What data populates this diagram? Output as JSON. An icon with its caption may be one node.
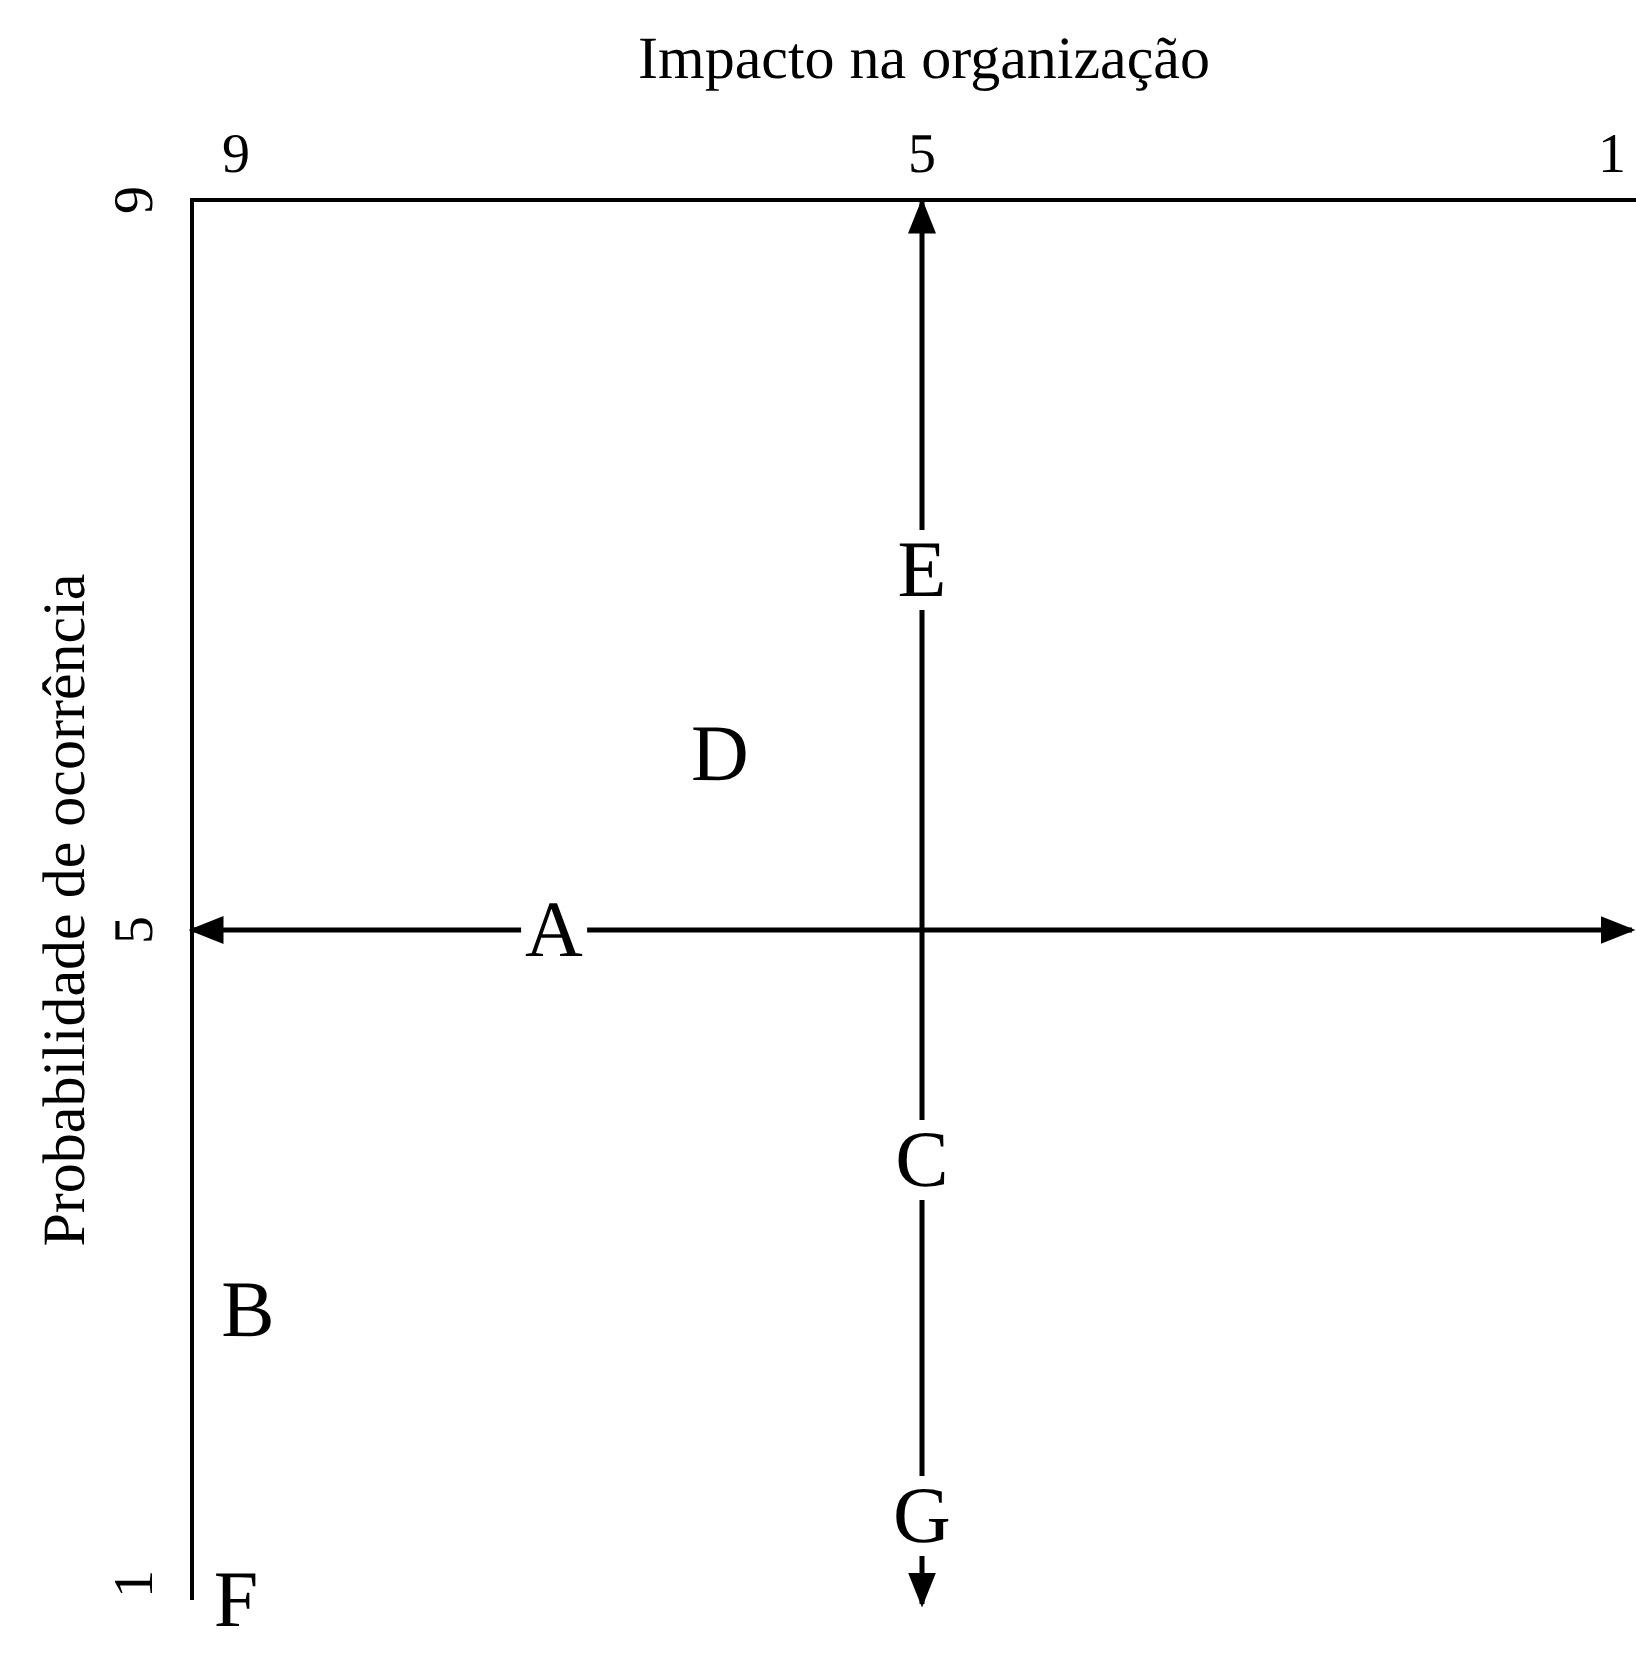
{
  "diagram": {
    "labels": [
      "Impacto na organização",
      "9",
      "5",
      "1",
      "9",
      "5",
      "1",
      "Probabilidade de ocorrência",
      "E",
      "D",
      "A",
      "C",
      "B",
      "G",
      "F"
    ]
  }
}
